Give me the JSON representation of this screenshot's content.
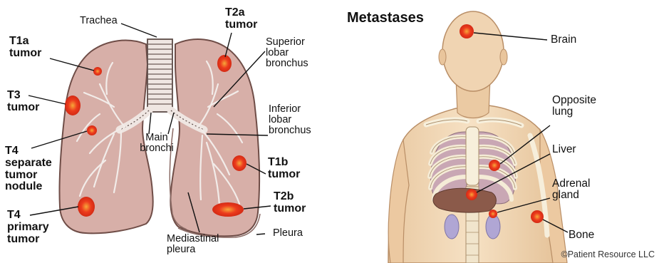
{
  "lung_labels": {
    "trachea": "Trachea",
    "t2a": [
      "T2a",
      "tumor"
    ],
    "t1a": [
      "T1a",
      "tumor"
    ],
    "t3": [
      "T3",
      "tumor"
    ],
    "t4_nodule": [
      "T4",
      "separate",
      "tumor",
      "nodule"
    ],
    "t4_primary": [
      "T4",
      "primary",
      "tumor"
    ],
    "superior": [
      "Superior",
      "lobar",
      "bronchus"
    ],
    "inferior": [
      "Inferior",
      "lobar",
      "bronchus"
    ],
    "main_bronchi": [
      "Main",
      "bronchi"
    ],
    "t1b": [
      "T1b",
      "tumor"
    ],
    "t2b": [
      "T2b",
      "tumor"
    ],
    "mediastinal": [
      "Mediastinal",
      "pleura"
    ],
    "pleura": "Pleura"
  },
  "metastases": {
    "title": "Metastases",
    "brain": "Brain",
    "opposite_lung": [
      "Opposite",
      "lung"
    ],
    "liver": "Liver",
    "adrenal": [
      "Adrenal",
      "gland"
    ],
    "bone": "Bone"
  },
  "credit": "©Patient Resource LLC",
  "colors": {
    "lung_fill": "#d8b0aa",
    "lung_edge": "#7a5650",
    "tumor": "#ea3a1e",
    "tumor_glow": "#f59a2a",
    "skin": "#f2d9b8",
    "bone": "#f6eedb",
    "organ_purple": "#a9a0cf"
  }
}
